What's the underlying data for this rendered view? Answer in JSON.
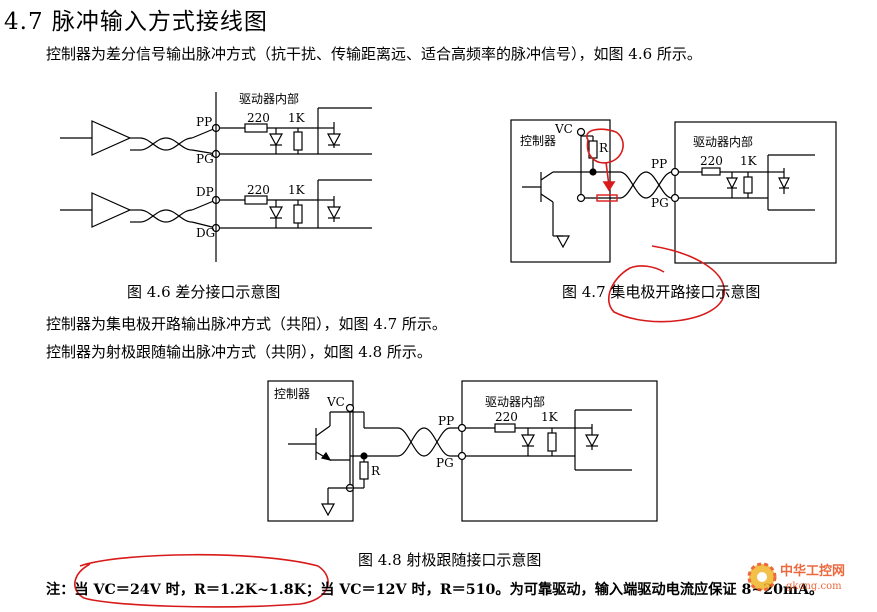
{
  "heading": "4.7 脉冲输入方式接线图",
  "intro": "控制器为差分信号输出脉冲方式（抗干扰、传输距离远、适合高频率的脉冲信号），如图 4.6 所示。",
  "fig46": {
    "caption": "图 4.6  差分接口示意图",
    "driver_label": "驱动器内部",
    "pp": "PP",
    "pg": "PG",
    "dp": "DP",
    "dg": "DG",
    "r1": "220",
    "r2": "1K"
  },
  "fig47": {
    "caption": "图 4.7  集电极开路接口示意图",
    "controller_label": "控制器",
    "vc": "VC",
    "r": "R",
    "driver_label": "驱动器内部",
    "pp": "PP",
    "pg": "PG",
    "r1": "220",
    "r2": "1K"
  },
  "para2": "控制器为集电极开路输出脉冲方式（共阳），如图 4.7 所示。",
  "para3": "控制器为射极跟随输出脉冲方式（共阴），如图 4.8 所示。",
  "fig48": {
    "caption": "图 4.8  射极跟随接口示意图",
    "controller_label": "控制器",
    "vc": "VC",
    "r": "R",
    "driver_label": "驱动器内部",
    "pp": "PP",
    "pg": "PG",
    "r1": "220",
    "r2": "1K"
  },
  "note": "注：当 VC＝24V 时，R＝1.2K~1.8K；当 VC＝12V 时，R＝510。为可靠驱动，输入端驱动电流应保证 8~20mA。",
  "watermark": {
    "text_cn": "中华工控网",
    "text_en": "gkong.com",
    "color": "#e8501c"
  }
}
